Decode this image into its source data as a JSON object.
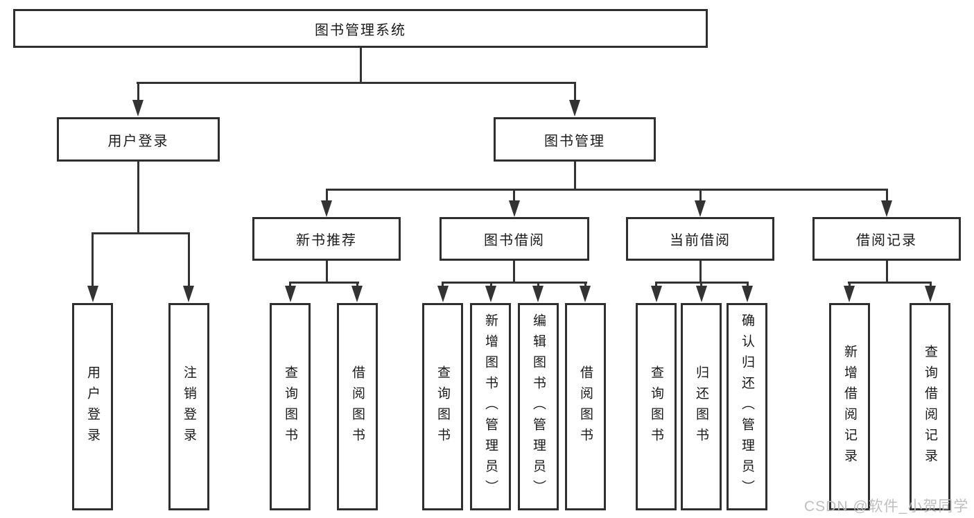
{
  "colors": {
    "line": "#333333",
    "box_border": "#2f2f2f",
    "text": "#1a1a1a",
    "background": "#ffffff",
    "watermark": "#bababa"
  },
  "diagram": {
    "root": {
      "label": "图书管理系统"
    },
    "branches": [
      {
        "label": "用户登录",
        "children": [
          {
            "label": "用户登录"
          },
          {
            "label": "注销登录"
          }
        ]
      },
      {
        "label": "图书管理",
        "children": [
          {
            "label": "新书推荐",
            "children": [
              {
                "label": "查询图书"
              },
              {
                "label": "借阅图书"
              }
            ]
          },
          {
            "label": "图书借阅",
            "children": [
              {
                "label": "查询图书"
              },
              {
                "label": "新增图书（管理员）"
              },
              {
                "label": "编辑图书（管理员）"
              },
              {
                "label": "借阅图书"
              }
            ]
          },
          {
            "label": "当前借阅",
            "children": [
              {
                "label": "查询图书"
              },
              {
                "label": "归还图书"
              },
              {
                "label": "确认归还（管理员）"
              }
            ]
          },
          {
            "label": "借阅记录",
            "children": [
              {
                "label": "新增借阅记录"
              },
              {
                "label": "查询借阅记录"
              }
            ]
          }
        ]
      }
    ]
  },
  "watermark": {
    "text": "CSDN @软件_小贺同学"
  }
}
